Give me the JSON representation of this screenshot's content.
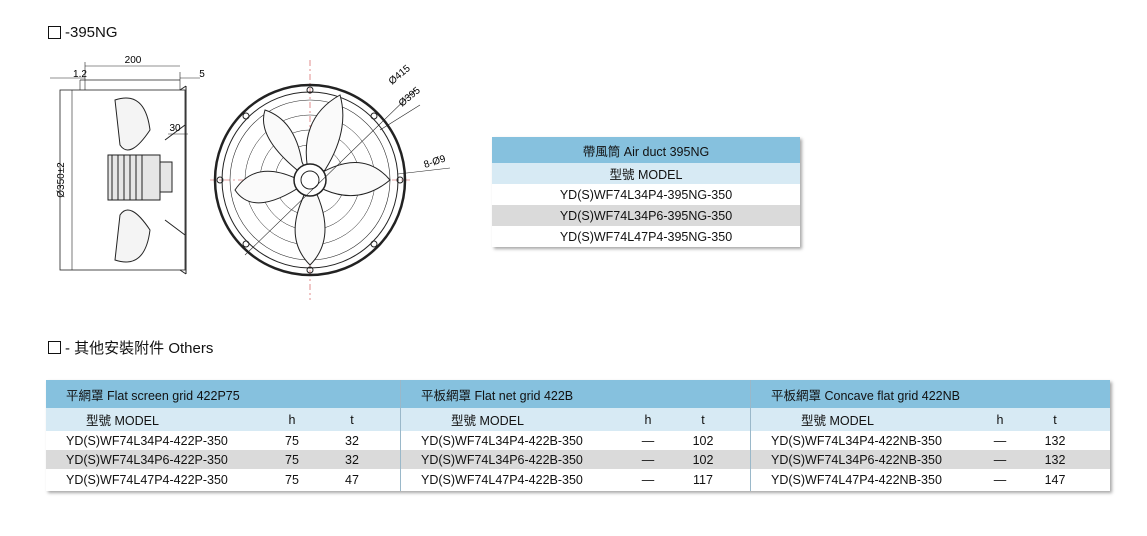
{
  "section1": {
    "title": "-395NG"
  },
  "drawing": {
    "dim_width": "200",
    "dim_left": "1.2",
    "dim_right": "5",
    "dim_30": "30",
    "dim_height": "Ø350±2",
    "dim_outer": "Ø415",
    "dim_inner": "Ø395",
    "dim_holes": "8-Ø9"
  },
  "air_duct": {
    "header": "帶風筒  Air duct  395NG",
    "model_label": "型號  MODEL",
    "rows": [
      "YD(S)WF74L34P4-395NG-350",
      "YD(S)WF74L34P6-395NG-350",
      "YD(S)WF74L47P4-395NG-350"
    ]
  },
  "section2": {
    "title": "- 其他安裝附件 Others"
  },
  "others": [
    {
      "header": "平網罩  Flat screen grid  422P75",
      "model_label": "型號  MODEL",
      "h_label": "h",
      "t_label": "t",
      "rows": [
        {
          "model": "YD(S)WF74L34P4-422P-350",
          "h": "75",
          "t": "32"
        },
        {
          "model": "YD(S)WF74L34P6-422P-350",
          "h": "75",
          "t": "32"
        },
        {
          "model": "YD(S)WF74L47P4-422P-350",
          "h": "75",
          "t": "47"
        }
      ]
    },
    {
      "header": "平板網罩  Flat net grid  422B",
      "model_label": "型號  MODEL",
      "h_label": "h",
      "t_label": "t",
      "rows": [
        {
          "model": "YD(S)WF74L34P4-422B-350",
          "h": "—",
          "t": "102"
        },
        {
          "model": "YD(S)WF74L34P6-422B-350",
          "h": "—",
          "t": "102"
        },
        {
          "model": "YD(S)WF74L47P4-422B-350",
          "h": "—",
          "t": "117"
        }
      ]
    },
    {
      "header": "平板網罩  Concave flat grid  422NB",
      "model_label": "型號  MODEL",
      "h_label": "h",
      "t_label": "t",
      "rows": [
        {
          "model": "YD(S)WF74L34P4-422NB-350",
          "h": "—",
          "t": "132"
        },
        {
          "model": "YD(S)WF74L34P6-422NB-350",
          "h": "—",
          "t": "132"
        },
        {
          "model": "YD(S)WF74L47P4-422NB-350",
          "h": "—",
          "t": "147"
        }
      ]
    }
  ]
}
